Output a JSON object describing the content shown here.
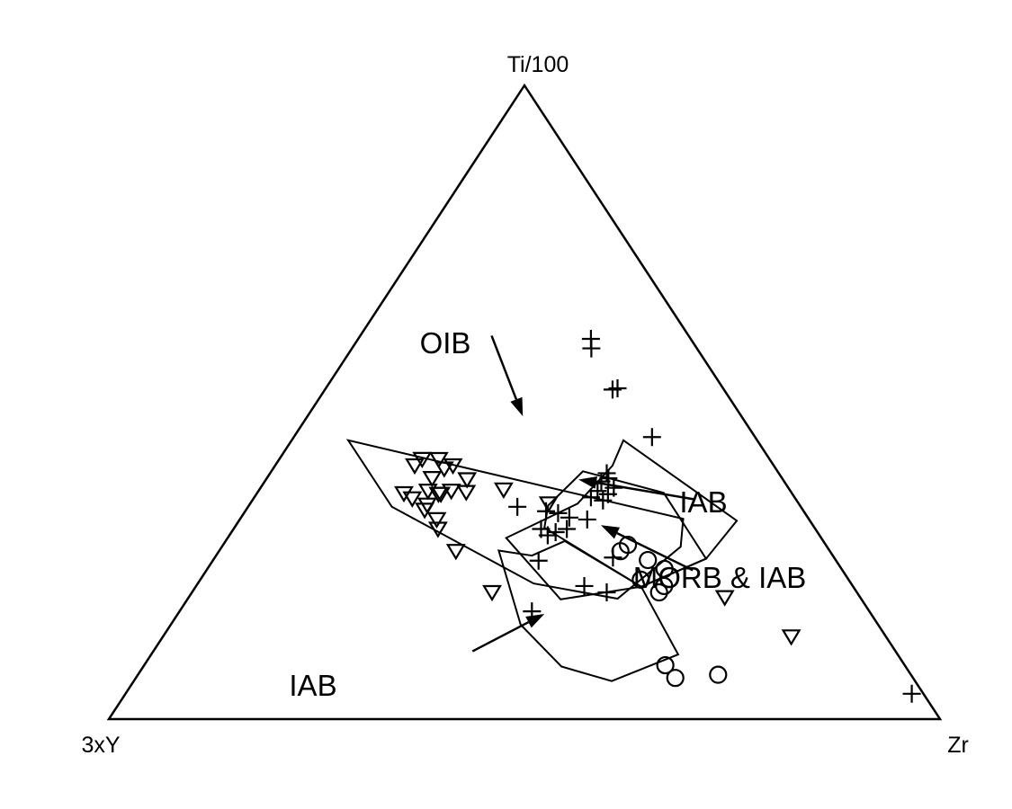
{
  "chart_data": {
    "type": "scatter",
    "subtype": "ternary",
    "title": "",
    "apices": {
      "top": "Ti/100",
      "left": "3xY",
      "right": "Zr"
    },
    "field_labels": [
      "OIB",
      "IAB",
      "MORB & IAB",
      "IAB"
    ],
    "fields": [
      {
        "label": "OIB",
        "vertices": [
          [
            0.44,
            0.492,
            0.068
          ],
          [
            0.335,
            0.492,
            0.173
          ],
          [
            0.214,
            0.382,
            0.404
          ],
          [
            0.19,
            0.293,
            0.517
          ],
          [
            0.272,
            0.176,
            0.552
          ],
          [
            0.316,
            0.151,
            0.533
          ]
        ]
      },
      {
        "label": "MORB & IAB",
        "vertices": [
          [
            0.391,
            0.234,
            0.375
          ],
          [
            0.357,
            0.154,
            0.489
          ],
          [
            0.253,
            0.155,
            0.592
          ],
          [
            0.209,
            0.255,
            0.536
          ],
          [
            0.302,
            0.325,
            0.373
          ],
          [
            0.337,
            0.303,
            0.36
          ]
        ]
      },
      {
        "label": "IAB",
        "vertices": [
          [
            0.44,
            0.161,
            0.399
          ],
          [
            0.313,
            0.088,
            0.599
          ],
          [
            0.253,
            0.155,
            0.592
          ],
          [
            0.209,
            0.255,
            0.536
          ],
          [
            0.189,
            0.362,
            0.449
          ],
          [
            0.286,
            0.379,
            0.335
          ],
          [
            0.34,
            0.266,
            0.394
          ],
          [
            0.4,
            0.194,
            0.406
          ]
        ]
      },
      {
        "label": "IAB",
        "vertices": [
          [
            0.209,
            0.255,
            0.536
          ],
          [
            0.102,
            0.264,
            0.634
          ],
          [
            0.06,
            0.365,
            0.575
          ],
          [
            0.083,
            0.414,
            0.503
          ],
          [
            0.149,
            0.43,
            0.421
          ],
          [
            0.266,
            0.398,
            0.336
          ],
          [
            0.258,
            0.362,
            0.38
          ],
          [
            0.281,
            0.311,
            0.408
          ]
        ]
      }
    ],
    "annotation_arrows": [
      {
        "label": "OIB",
        "from": [
          0.605,
          0.237,
          0.158
        ],
        "to": [
          0.478,
          0.263,
          0.259
        ]
      },
      {
        "label": "IAB",
        "from": [
          0.347,
          0.123,
          0.53
        ],
        "to": [
          0.378,
          0.246,
          0.376
        ]
      },
      {
        "label": "MORB & IAB",
        "from": [
          0.235,
          0.18,
          0.585
        ],
        "to": [
          0.306,
          0.255,
          0.439
        ]
      },
      {
        "label": "IAB",
        "from": [
          0.107,
          0.509,
          0.384
        ],
        "to": [
          0.166,
          0.393,
          0.441
        ]
      }
    ],
    "series": [
      {
        "symbol": "plus",
        "points": [
          [
            0.585,
            0.127,
            0.288
          ],
          [
            0.6,
            0.12,
            0.28
          ],
          [
            0.52,
            0.134,
            0.346
          ],
          [
            0.522,
            0.127,
            0.351
          ],
          [
            0.445,
            0.124,
            0.431
          ],
          [
            0.388,
            0.207,
            0.405
          ],
          [
            0.38,
            0.209,
            0.411
          ],
          [
            0.375,
            0.22,
            0.405
          ],
          [
            0.36,
            0.232,
            0.408
          ],
          [
            0.35,
            0.245,
            0.405
          ],
          [
            0.365,
            0.21,
            0.425
          ],
          [
            0.355,
            0.222,
            0.423
          ],
          [
            0.345,
            0.233,
            0.422
          ],
          [
            0.315,
            0.267,
            0.418
          ],
          [
            0.325,
            0.297,
            0.378
          ],
          [
            0.328,
            0.31,
            0.362
          ],
          [
            0.318,
            0.287,
            0.395
          ],
          [
            0.3,
            0.299,
            0.401
          ],
          [
            0.295,
            0.315,
            0.39
          ],
          [
            0.3,
            0.33,
            0.37
          ],
          [
            0.29,
            0.327,
            0.383
          ],
          [
            0.335,
            0.341,
            0.324
          ],
          [
            0.25,
            0.358,
            0.392
          ],
          [
            0.21,
            0.323,
            0.467
          ],
          [
            0.255,
            0.266,
            0.479
          ],
          [
            0.2,
            0.301,
            0.499
          ],
          [
            0.17,
            0.406,
            0.424
          ],
          [
            0.04,
            0.014,
            0.946
          ]
        ]
      },
      {
        "symbol": "triangle-down",
        "points": [
          [
            0.355,
            0.426,
            0.219
          ],
          [
            0.395,
            0.399,
            0.206
          ],
          [
            0.41,
            0.418,
            0.172
          ],
          [
            0.41,
            0.398,
            0.192
          ],
          [
            0.4,
            0.386,
            0.214
          ],
          [
            0.378,
            0.38,
            0.242
          ],
          [
            0.358,
            0.391,
            0.251
          ],
          [
            0.36,
            0.408,
            0.232
          ],
          [
            0.4,
            0.432,
            0.168
          ],
          [
            0.38,
            0.421,
            0.199
          ],
          [
            0.36,
            0.436,
            0.204
          ],
          [
            0.338,
            0.448,
            0.214
          ],
          [
            0.348,
            0.461,
            0.191
          ],
          [
            0.356,
            0.467,
            0.177
          ],
          [
            0.33,
            0.455,
            0.215
          ],
          [
            0.315,
            0.448,
            0.237
          ],
          [
            0.3,
            0.454,
            0.246
          ],
          [
            0.355,
            0.423,
            0.222
          ],
          [
            0.362,
            0.344,
            0.294
          ],
          [
            0.34,
            0.301,
            0.359
          ],
          [
            0.265,
            0.45,
            0.285
          ],
          [
            0.2,
            0.439,
            0.361
          ],
          [
            0.192,
            0.163,
            0.645
          ],
          [
            0.13,
            0.114,
            0.756
          ]
        ]
      },
      {
        "symbol": "circle",
        "points": [
          [
            0.265,
            0.252,
            0.483
          ],
          [
            0.237,
            0.213,
            0.55
          ],
          [
            0.21,
            0.227,
            0.563
          ],
          [
            0.2,
            0.238,
            0.562
          ],
          [
            0.22,
            0.25,
            0.53
          ],
          [
            0.251,
            0.226,
            0.523
          ],
          [
            0.275,
            0.238,
            0.487
          ],
          [
            0.085,
            0.288,
            0.627
          ],
          [
            0.065,
            0.286,
            0.649
          ],
          [
            0.07,
            0.232,
            0.698
          ]
        ]
      }
    ]
  }
}
